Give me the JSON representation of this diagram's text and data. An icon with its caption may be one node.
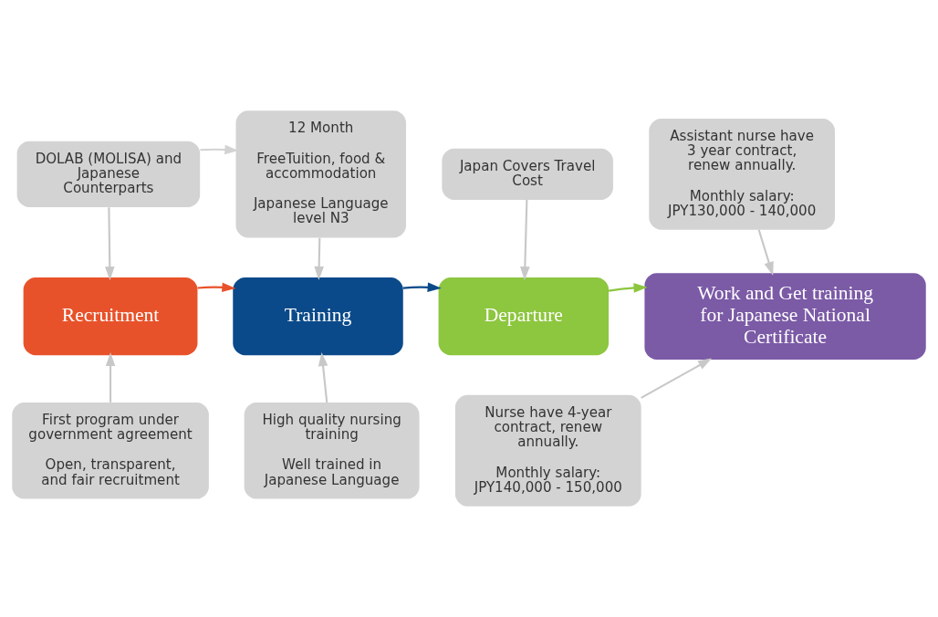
{
  "diagram": {
    "nodes": [
      {
        "text": [
          "DOLAB (MOLISA) and Japanese Counterparts"
        ]
      },
      {
        "text": [
          "12 Month",
          "FreeTuition, food & accommodation",
          "Japanese Language level N3"
        ]
      },
      {
        "text": [
          "Japan Covers Travel Cost"
        ]
      },
      {
        "text": [
          "Assistant nurse have 3 year contract, renew annually.",
          "Monthly salary: JPY130,000 - 140,000"
        ]
      },
      {
        "text": [
          "Recruitment"
        ]
      },
      {
        "text": [
          "Training"
        ]
      },
      {
        "text": [
          "Departure"
        ]
      },
      {
        "text": [
          "Work and Get training for Japanese National Certificate"
        ]
      },
      {
        "text": [
          "First program under government agreement",
          "Open, transparent, and fair recruitment"
        ]
      },
      {
        "text": [
          "High quality nursing training",
          "Well trained in Japanese Language"
        ]
      },
      {
        "text": [
          "Nurse have 4-year contract, renew annually.",
          "Monthly salary: JPY140,000 - 150,000"
        ]
      }
    ],
    "edges": [
      {
        "from": 0,
        "to": 1,
        "arrow": "to",
        "color": "#d3d3d3"
      },
      {
        "from": 4,
        "to": 5,
        "arrow": "to",
        "color": "#e8522a"
      },
      {
        "from": 5,
        "to": 6,
        "arrow": "to",
        "color": "#0a4a8a"
      },
      {
        "from": 6,
        "to": 7,
        "arrow": "to",
        "color": "#8dc63f"
      },
      {
        "from": 0,
        "to": 4,
        "arrow": "to",
        "color": "#c8c8c8"
      },
      {
        "from": 1,
        "to": 5,
        "arrow": "to",
        "color": "#c8c8c8"
      },
      {
        "from": 2,
        "to": 6,
        "arrow": "to",
        "color": "#c8c8c8"
      },
      {
        "from": 3,
        "to": 7,
        "arrow": "to",
        "color": "#c8c8c8"
      },
      {
        "from": 8,
        "to": 4,
        "arrow": "to",
        "color": "#c8c8c8"
      },
      {
        "from": 9,
        "to": 5,
        "arrow": "to",
        "color": "#c8c8c8"
      },
      {
        "from": 10,
        "to": 7,
        "arrow": "to",
        "color": "#c8c8c8"
      }
    ]
  }
}
